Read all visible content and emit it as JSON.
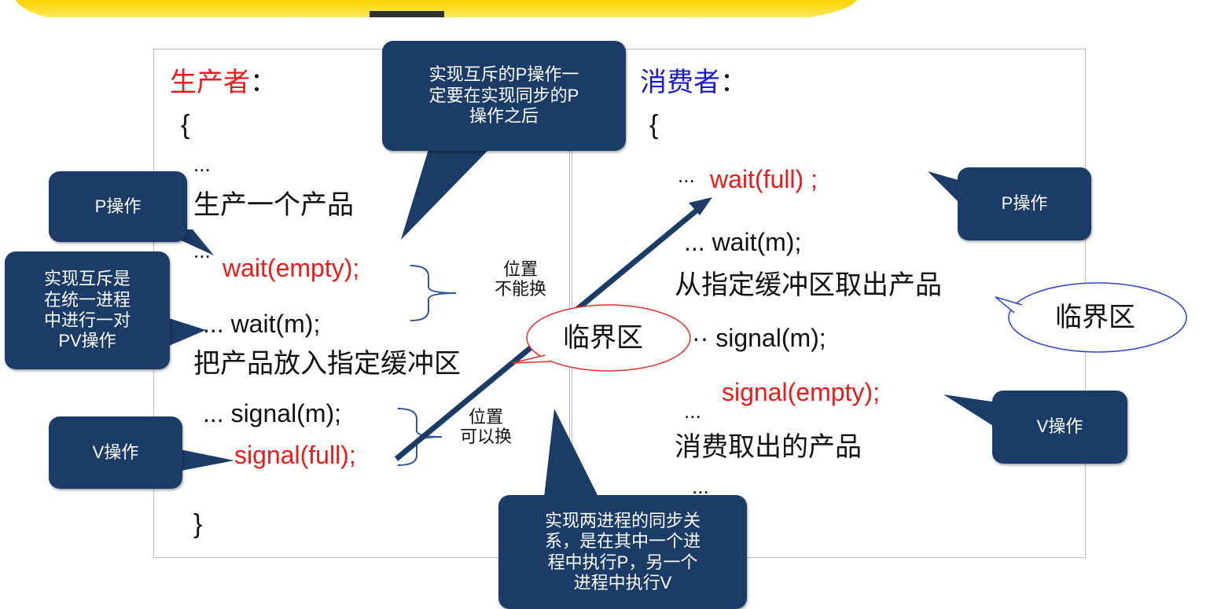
{
  "producer": {
    "title": "生产者",
    "colon": "：",
    "open_brace": "{",
    "dots_top": "...",
    "produce": "生产一个产品",
    "dots_wait_empty": "...",
    "wait_empty": "wait(empty);",
    "wait_m": "... wait(m);",
    "put": "把产品放入指定缓冲区",
    "signal_m": "... signal(m);",
    "signal_full": "signal(full);",
    "close_brace": "}"
  },
  "consumer": {
    "title": "消费者",
    "colon": "：",
    "open_brace": "{",
    "dots_wait_full": "...",
    "wait_full": "wait(full) ;",
    "wait_m": "... wait(m);",
    "take": "从指定缓冲区取出产品",
    "signal_m": "·· signal(m);",
    "signal_empty": "signal(empty);",
    "dots_bottom": "...",
    "consume": "消费取出的产品",
    "dots_end": "..."
  },
  "notes": {
    "cannot_swap": "位置\n不能换",
    "can_swap": "位置\n可以换"
  },
  "ellipses": {
    "center": "临界区",
    "right": "临界区"
  },
  "callouts": {
    "top_mutex_order": "实现互斥的P操作一\n定要在实现同步的P\n操作之后",
    "p_left": "P操作",
    "mutex_same_process": "实现互斥是\n在统一进程\n中进行一对\nPV操作",
    "v_left": "V操作",
    "sync_relation": "实现两进程的同步关\n系，是在其中一个进\n程中执行P，另一个\n进程中执行V",
    "p_right": "P操作",
    "v_right": "V操作"
  },
  "colors": {
    "callout_fill": "#1b3c66",
    "highlight_red": "#ea1b1b",
    "consumer_blue": "#1a1ad0",
    "banner_yellow": "#f7d200"
  }
}
